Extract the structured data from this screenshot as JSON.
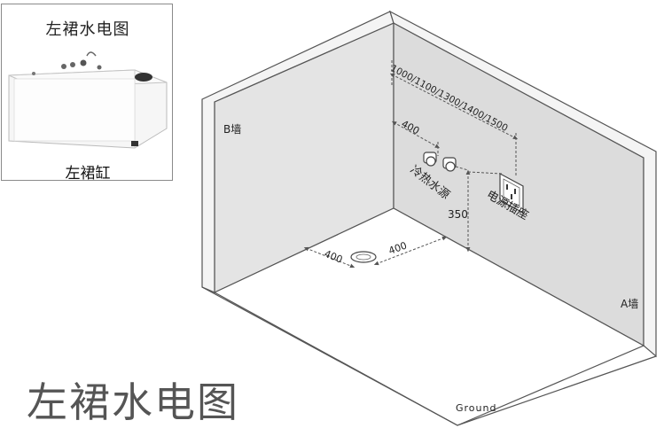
{
  "inset": {
    "title": "左裙水电图",
    "caption": "左裙缸"
  },
  "diagram": {
    "wall_b_label": "B墙",
    "wall_a_label": "A墙",
    "ground_label": "Ground",
    "dim_top": "1000/1100/1300/1400/1500",
    "dim_valve_offset": "400",
    "valve_label": "冷热水源",
    "outlet_label": "电源插座",
    "dim_height": "350",
    "dim_drain_b": "400",
    "dim_drain_a": "400"
  },
  "page_title": "左裙水电图",
  "colors": {
    "wall_fill": "#dedede",
    "wall_b_fill": "#e6e6e6",
    "line": "#444444"
  }
}
